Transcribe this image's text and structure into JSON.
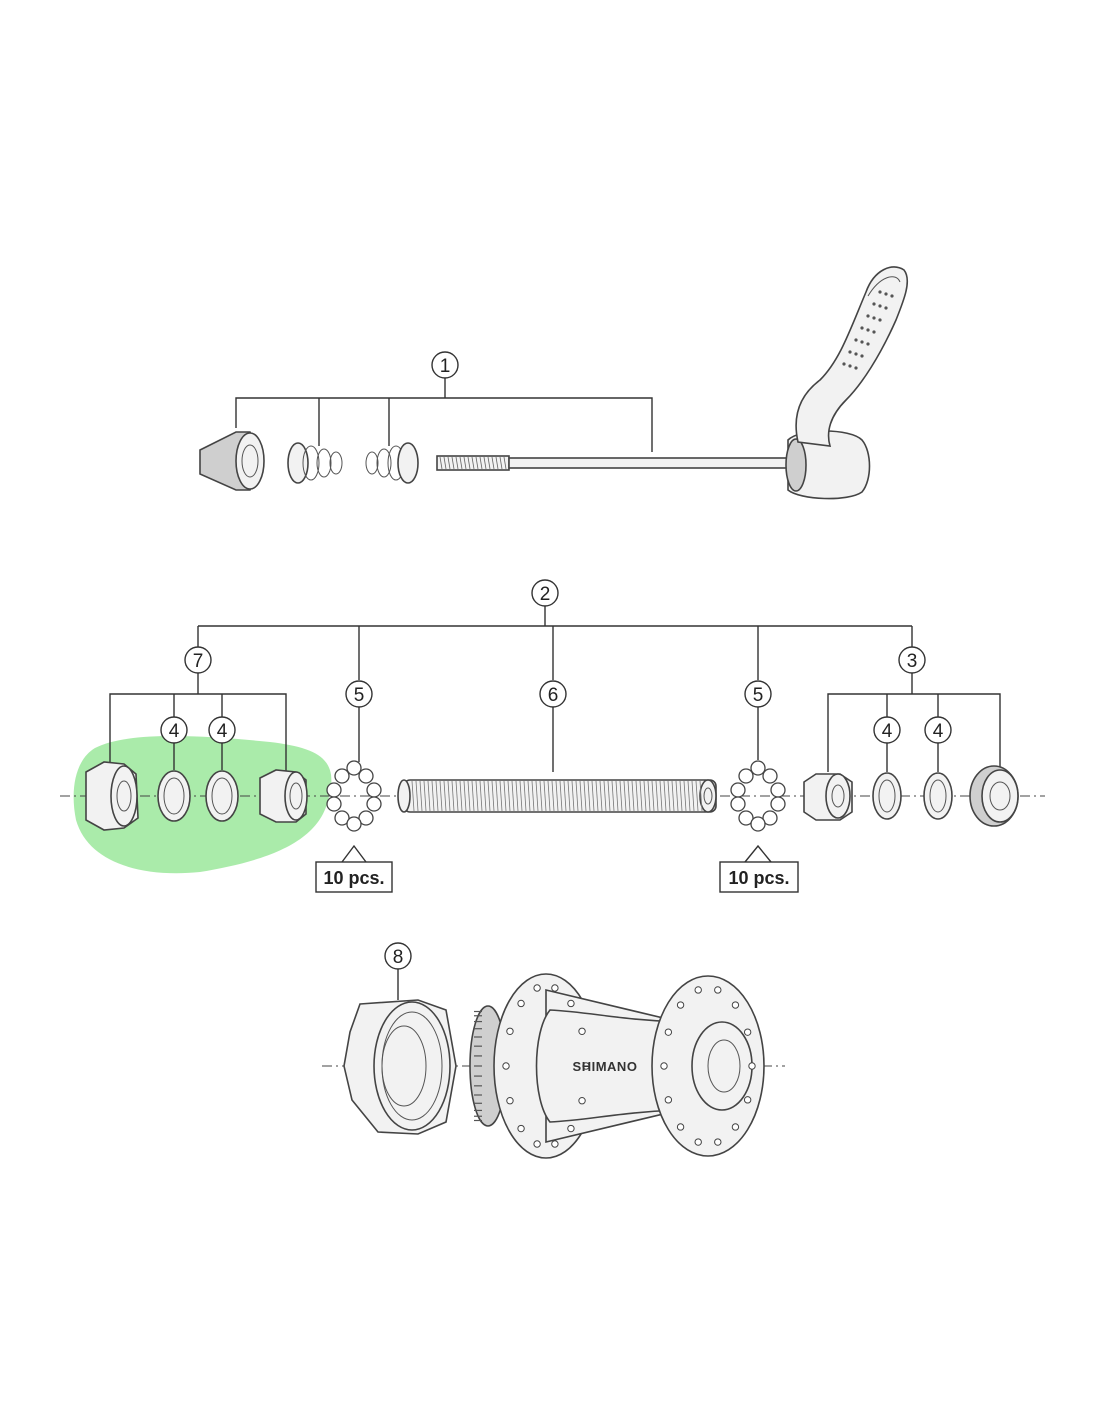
{
  "callouts": {
    "c1": "1",
    "c2": "2",
    "c3": "3",
    "c4a": "4",
    "c4b": "4",
    "c4c": "4",
    "c4d": "4",
    "c5a": "5",
    "c5b": "5",
    "c6": "6",
    "c7": "7",
    "c8": "8"
  },
  "quantities": {
    "left": "10 pcs.",
    "right": "10 pcs."
  },
  "brand": "SHIMANO",
  "colors": {
    "highlight": "#9be89b",
    "ink": "#333333"
  }
}
